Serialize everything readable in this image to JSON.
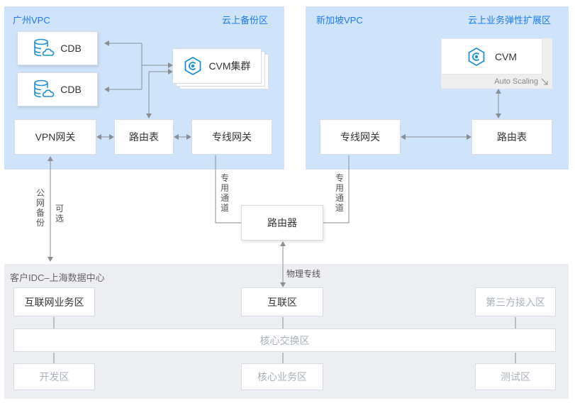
{
  "guangzhou": {
    "title": "广州VPC",
    "zone": "云上备份区",
    "cdb1": "CDB",
    "cdb2": "CDB",
    "cvm": "CVM集群",
    "vpn": "VPN网关",
    "route": "路由表",
    "dc_gw": "专线网关"
  },
  "singapore": {
    "title": "新加坡VPC",
    "zone": "云上业务弹性扩展区",
    "cvm": "CVM",
    "autoscaling": "Auto Scaling",
    "dc_gw": "专线网关",
    "route": "路由表"
  },
  "router": "路由器",
  "labels": {
    "dedicated_left": "专用通道",
    "dedicated_right": "专用通道",
    "public_backup": "公网备份",
    "optional": "可选",
    "physical_line": "物理专线"
  },
  "idc": {
    "title": "客户IDC–上海数据中心",
    "internet_zone": "互联网业务区",
    "interconnect_zone": "互联区",
    "third_party": "第三方接入区",
    "core_switch": "核心交换区",
    "dev_zone": "开发区",
    "core_biz": "核心业务区",
    "test_zone": "测试区"
  },
  "colors": {
    "vpc_bg": "#cfe3fb",
    "idc_bg": "#eceef1",
    "accent": "#1e7bea",
    "icon_blue": "#1e8fd6"
  },
  "icons": [
    "database-cloud-icon",
    "cvm-icon"
  ]
}
